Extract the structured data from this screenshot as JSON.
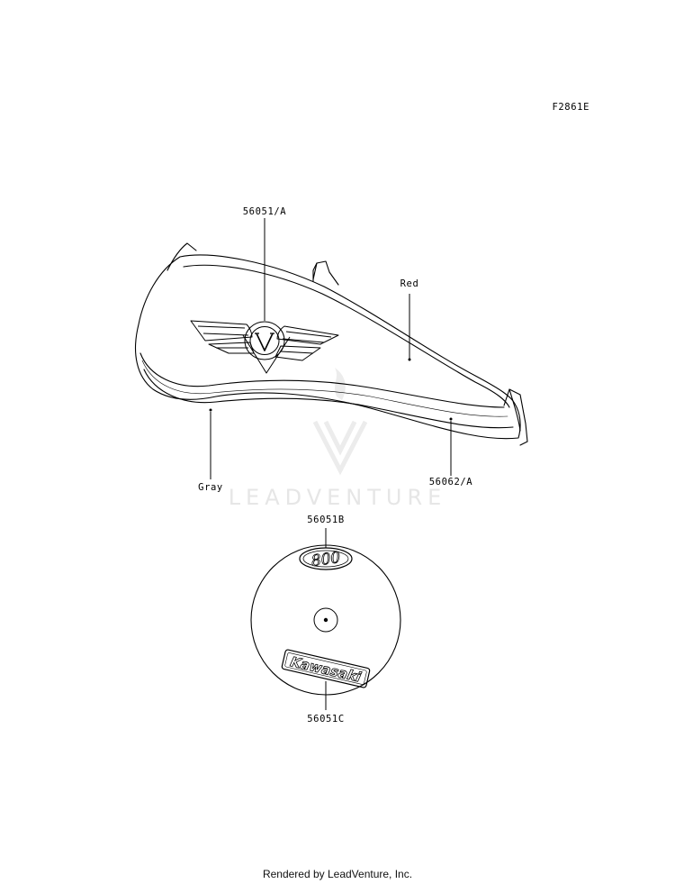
{
  "figure_code": "F2861E",
  "callouts": {
    "tank_emblem": "56051/A",
    "tank_color": "Red",
    "stripe_color": "Gray",
    "tank_stripe": "56062/A",
    "cap_top": "56051B",
    "cap_bottom": "56051C"
  },
  "cap_lettering": {
    "top": "800",
    "bottom": "Kawasaki"
  },
  "watermark": "LEADVENTURE",
  "footer": "Rendered by LeadVenture, Inc."
}
